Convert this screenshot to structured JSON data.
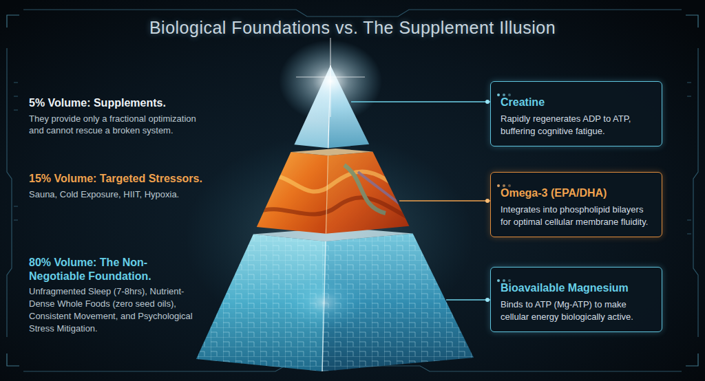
{
  "diagram": {
    "title": "Biological Foundations vs. The Supplement Illusion",
    "nodes": [
      {
        "text": [
          "Creatine",
          "Rapidly regenerates ADP to ATP, buffering cognitive fatigue."
        ]
      },
      {
        "text": [
          "Omega-3 (EPA/DHA)",
          "Integrates into phospholipid bilayers for optimal cellular membrane fluidity."
        ]
      },
      {
        "text": [
          "Bioavailable Magnesium",
          "Binds to ATP (Mg-ATP) to make cellular energy biologically active."
        ]
      }
    ],
    "labels": [
      "5% Volume: Supplements.",
      "They provide only a fractional optimization and cannot rescue a broken system.",
      "15% Volume: Targeted Stressors.",
      "Sauna, Cold Exposure, HIIT, Hypoxia.",
      "80% Volume: The Non-Negotiable Foundation.",
      "Unfragmented Sleep (7-8hrs), Nutrient-Dense Whole Foods (zero seed oils), Consistent Movement, and Psychological Stress Mitigation."
    ]
  }
}
